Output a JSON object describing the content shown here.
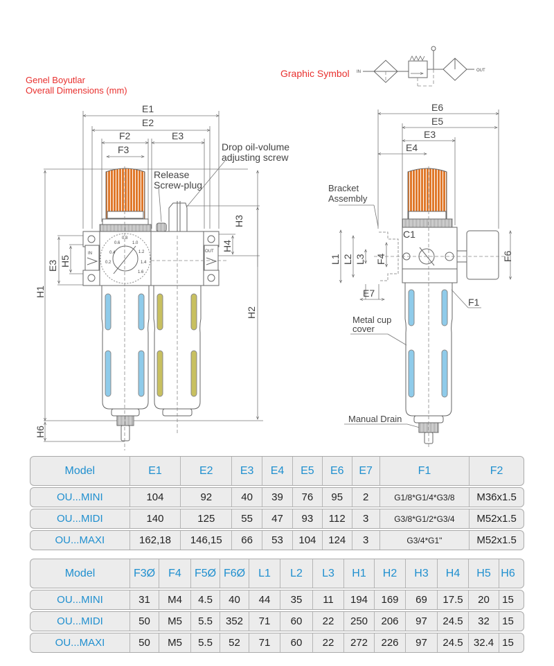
{
  "titles": {
    "genel": "Genel Boyutlar",
    "overall": "Overall Dimensions (mm)",
    "graphic_symbol": "Graphic Symbol",
    "symbol_in": "IN",
    "symbol_out": "OUT"
  },
  "labels": {
    "drop_oil_1": "Drop oil-volume",
    "drop_oil_2": "adjusting screw",
    "release_1": "Release",
    "release_2": "Screw-plug",
    "bracket_1": "Bracket",
    "bracket_2": "Assembly",
    "metal_cup_1": "Metal cup",
    "metal_cup_2": "cover",
    "manual_drain": "Manual Drain",
    "port_in": "IN",
    "port_out": "OUT"
  },
  "dims": {
    "E1": "E1",
    "E2": "E2",
    "E3": "E3",
    "E4": "E4",
    "E5": "E5",
    "E6": "E6",
    "E7": "E7",
    "F1": "F1",
    "F2": "F2",
    "F3": "F3",
    "F4": "F4",
    "F6": "F6",
    "C1": "C1",
    "H1": "H1",
    "H2": "H2",
    "H3": "H3",
    "H4": "H4",
    "H5": "H5",
    "H6": "H6",
    "L1": "L1",
    "L2": "L2",
    "L3": "L3"
  },
  "gauge_ticks": [
    "0.2",
    "0.4",
    "0.6",
    "0.8",
    "1.0",
    "1.2",
    "1.4",
    "1.6"
  ],
  "colors": {
    "title_red": "#e8302e",
    "knob_orange": "#e0782a",
    "window_blue": "#8fcbea",
    "window_olive": "#c8c060",
    "header_blue": "#1f8fcf"
  },
  "table1": {
    "headers": [
      "Model",
      "E1",
      "E2",
      "E3",
      "E4",
      "E5",
      "E6",
      "E7",
      "F1",
      "F2"
    ],
    "rows": [
      [
        "OU...MINI",
        "104",
        "92",
        "40",
        "39",
        "76",
        "95",
        "2",
        "G1/8*G1/4*G3/8",
        "M36x1.5"
      ],
      [
        "OU...MIDI",
        "140",
        "125",
        "55",
        "47",
        "93",
        "112",
        "3",
        "G3/8*G1/2*G3/4",
        "M52x1.5"
      ],
      [
        "OU...MAXI",
        "162,18",
        "146,15",
        "66",
        "53",
        "104",
        "124",
        "3",
        "G3/4*G1\"",
        "M52x1.5"
      ]
    ]
  },
  "table2": {
    "headers": [
      "Model",
      "F3Ø",
      "F4",
      "F5Ø",
      "F6Ø",
      "L1",
      "L2",
      "L3",
      "H1",
      "H2",
      "H3",
      "H4",
      "H5",
      "H6"
    ],
    "rows": [
      [
        "OU...MINI",
        "31",
        "M4",
        "4.5",
        "40",
        "44",
        "35",
        "11",
        "194",
        "169",
        "69",
        "17.5",
        "20",
        "15"
      ],
      [
        "OU...MIDI",
        "50",
        "M5",
        "5.5",
        "352",
        "71",
        "60",
        "22",
        "250",
        "206",
        "97",
        "24.5",
        "32",
        "15"
      ],
      [
        "OU...MAXI",
        "50",
        "M5",
        "5.5",
        "52",
        "71",
        "60",
        "22",
        "272",
        "226",
        "97",
        "24.5",
        "32.4",
        "15"
      ]
    ]
  }
}
